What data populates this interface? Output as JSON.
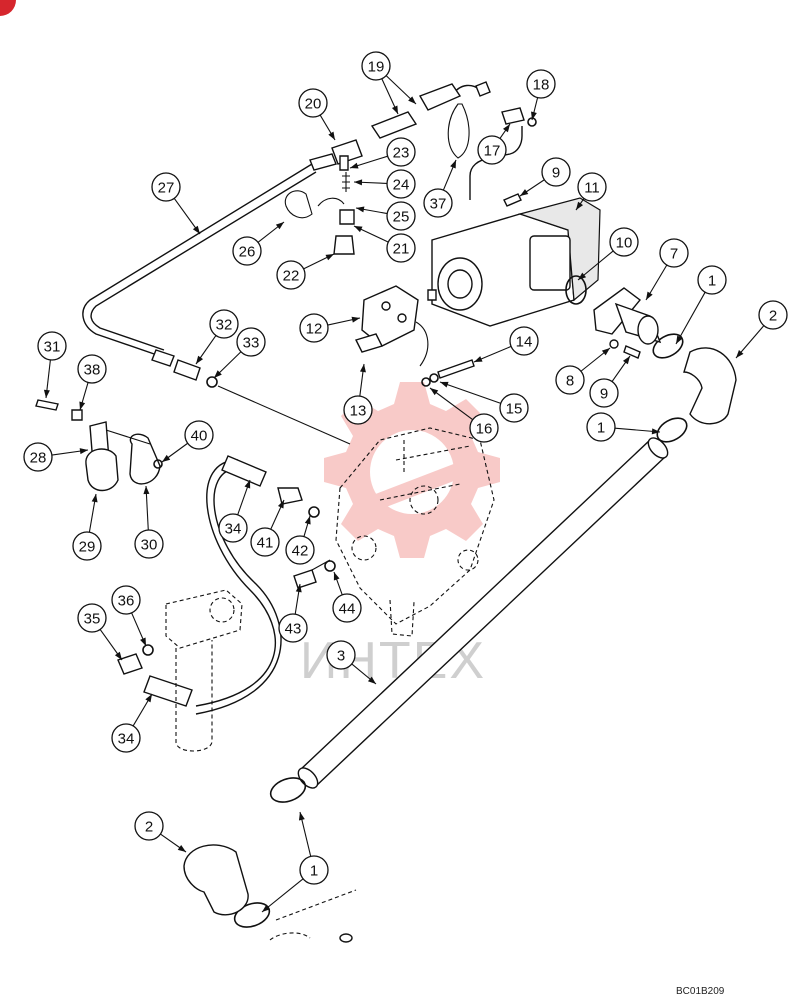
{
  "callouts": [
    {
      "id": "c20",
      "label": "20"
    },
    {
      "id": "c19",
      "label": "19"
    },
    {
      "id": "c18",
      "label": "18"
    },
    {
      "id": "c17",
      "label": "17"
    },
    {
      "id": "c23",
      "label": "23"
    },
    {
      "id": "c24",
      "label": "24"
    },
    {
      "id": "c25",
      "label": "25"
    },
    {
      "id": "c21",
      "label": "21"
    },
    {
      "id": "c22",
      "label": "22"
    },
    {
      "id": "c26",
      "label": "26"
    },
    {
      "id": "c27",
      "label": "27"
    },
    {
      "id": "c37",
      "label": "37"
    },
    {
      "id": "c9a",
      "label": "9"
    },
    {
      "id": "c11",
      "label": "11"
    },
    {
      "id": "c10",
      "label": "10"
    },
    {
      "id": "c7",
      "label": "7"
    },
    {
      "id": "c1a",
      "label": "1"
    },
    {
      "id": "c2a",
      "label": "2"
    },
    {
      "id": "c12",
      "label": "12"
    },
    {
      "id": "c14",
      "label": "14"
    },
    {
      "id": "c15",
      "label": "15"
    },
    {
      "id": "c16",
      "label": "16"
    },
    {
      "id": "c13",
      "label": "13"
    },
    {
      "id": "c8",
      "label": "8"
    },
    {
      "id": "c9b",
      "label": "9"
    },
    {
      "id": "c32",
      "label": "32"
    },
    {
      "id": "c33",
      "label": "33"
    },
    {
      "id": "c31",
      "label": "31"
    },
    {
      "id": "c38",
      "label": "38"
    },
    {
      "id": "c28",
      "label": "28"
    },
    {
      "id": "c40",
      "label": "40"
    },
    {
      "id": "c29",
      "label": "29"
    },
    {
      "id": "c30",
      "label": "30"
    },
    {
      "id": "c1b",
      "label": "1"
    },
    {
      "id": "c34a",
      "label": "34"
    },
    {
      "id": "c41",
      "label": "41"
    },
    {
      "id": "c42",
      "label": "42"
    },
    {
      "id": "c43",
      "label": "43"
    },
    {
      "id": "c44",
      "label": "44"
    },
    {
      "id": "c35",
      "label": "35"
    },
    {
      "id": "c36",
      "label": "36"
    },
    {
      "id": "c3",
      "label": "3"
    },
    {
      "id": "c34b",
      "label": "34"
    },
    {
      "id": "c2b",
      "label": "2"
    },
    {
      "id": "c1c",
      "label": "1"
    }
  ],
  "watermark": {
    "text": "ИНТЕХ",
    "color": "#e8453c"
  },
  "drawing_code": "BC01B209"
}
